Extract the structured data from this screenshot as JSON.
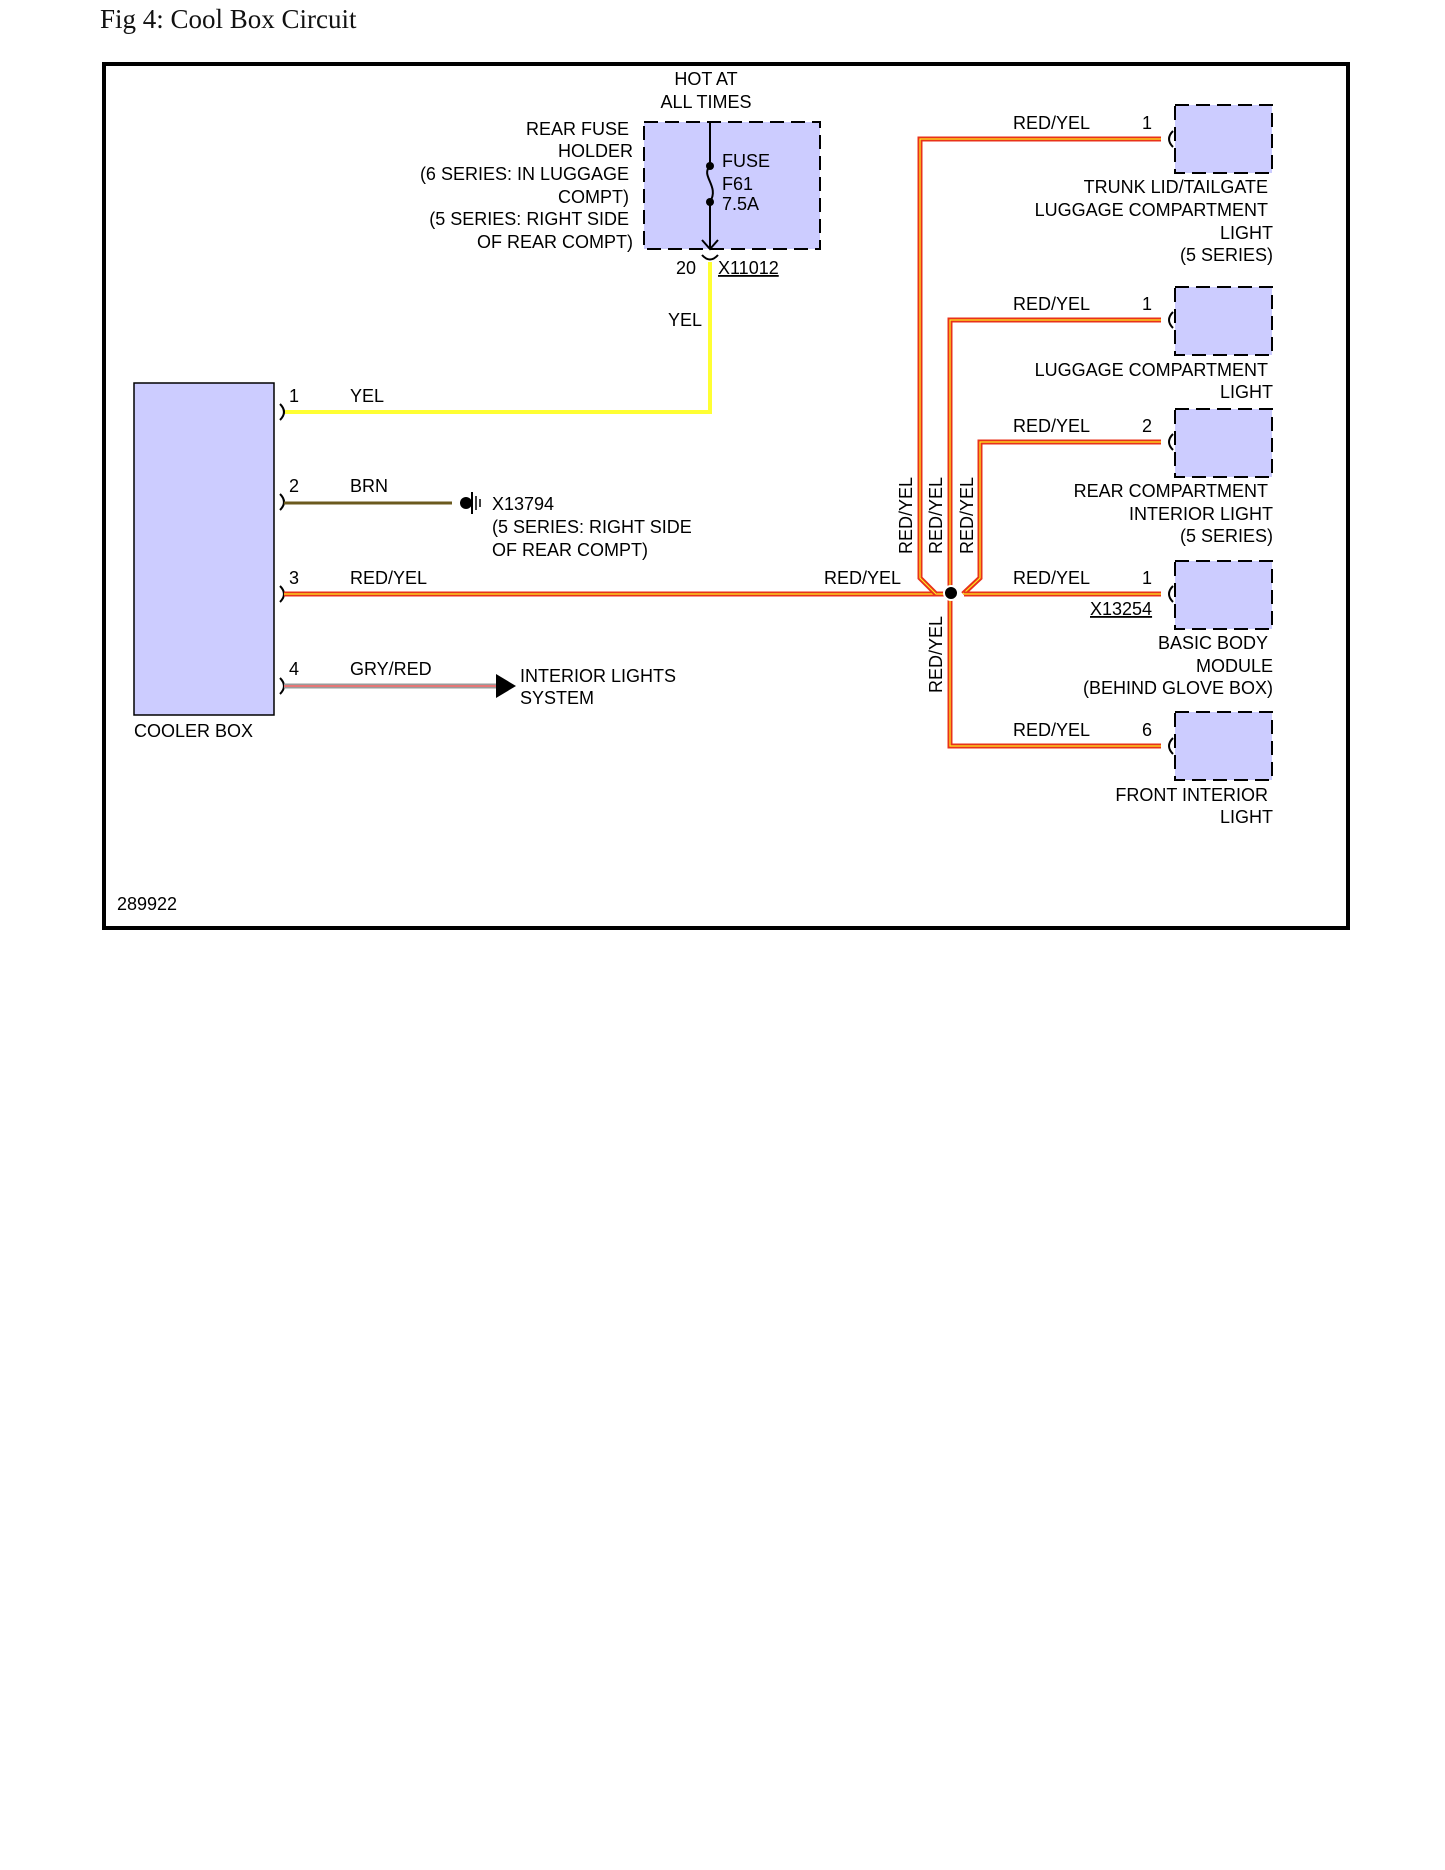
{
  "figure_title": "Fig 4: Cool Box Circuit",
  "figure_number": "289922",
  "colors": {
    "component_fill": "#ccccff",
    "wire_yellow": "#ffff33",
    "wire_red": "#e8321a",
    "wire_red_core": "#ffee22",
    "wire_brown": "#6b5a1e",
    "wire_gray": "#9a9a9a",
    "wire_gray_core": "#ff6a6a"
  },
  "power": {
    "hot_line1": "HOT AT",
    "hot_line2": "ALL TIMES",
    "holder_lines": [
      "REAR FUSE",
      "HOLDER",
      "(6 SERIES: IN LUGGAGE",
      "COMPT)",
      "(5 SERIES: RIGHT SIDE",
      "OF REAR COMPT)"
    ],
    "fuse_label": "FUSE",
    "fuse_id": "F61",
    "fuse_rating": "7.5A",
    "pin": "20",
    "connector": "X11012",
    "wire_color": "YEL"
  },
  "cooler_box": {
    "label": "COOLER BOX",
    "pins": [
      {
        "pin": "1",
        "wire": "YEL"
      },
      {
        "pin": "2",
        "wire": "BRN"
      },
      {
        "pin": "3",
        "wire": "RED/YEL"
      },
      {
        "pin": "4",
        "wire": "GRY/RED"
      }
    ]
  },
  "ground": {
    "connector": "X13794",
    "lines": [
      "(5 SERIES: RIGHT SIDE",
      "OF REAR COMPT)"
    ]
  },
  "interior_lights": {
    "lines": [
      "INTERIOR LIGHTS",
      "SYSTEM"
    ]
  },
  "splice": {
    "wire_in": "RED/YEL",
    "vertical_labels": [
      "RED/YEL",
      "RED/YEL",
      "RED/YEL",
      "RED/YEL"
    ]
  },
  "loads": [
    {
      "wire": "RED/YEL",
      "pin": "1",
      "lines": [
        "TRUNK LID/TAILGATE",
        "LUGGAGE COMPARTMENT",
        "LIGHT",
        "(5 SERIES)"
      ]
    },
    {
      "wire": "RED/YEL",
      "pin": "1",
      "lines": [
        "LUGGAGE COMPARTMENT",
        "LIGHT"
      ]
    },
    {
      "wire": "RED/YEL",
      "pin": "2",
      "lines": [
        "REAR COMPARTMENT",
        "INTERIOR LIGHT",
        "(5 SERIES)"
      ]
    },
    {
      "wire": "RED/YEL",
      "pin": "1",
      "connector": "X13254",
      "lines": [
        "BASIC BODY",
        "MODULE",
        "(BEHIND GLOVE BOX)"
      ]
    },
    {
      "wire": "RED/YEL",
      "pin": "6",
      "lines": [
        "FRONT INTERIOR",
        "LIGHT"
      ]
    }
  ]
}
